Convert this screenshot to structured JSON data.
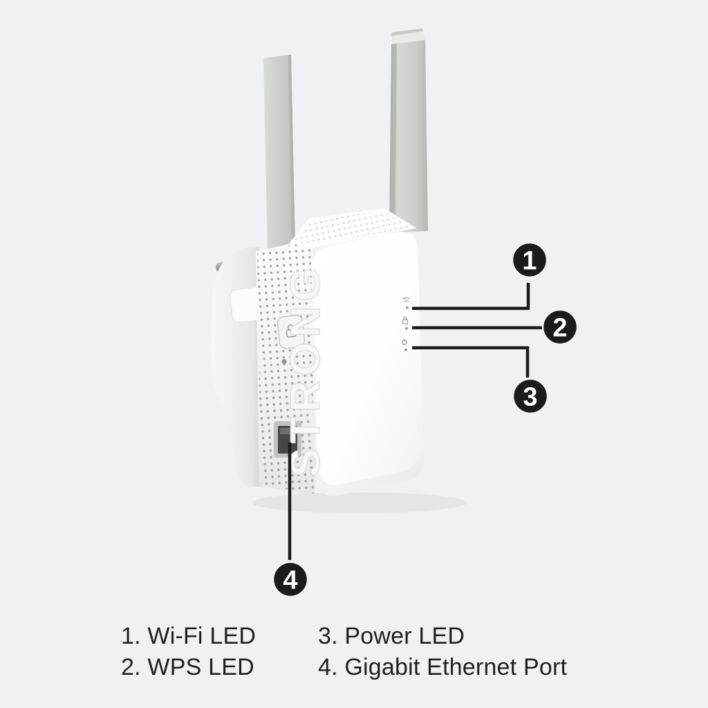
{
  "device": {
    "brand_logo": "STRONG",
    "type": "wifi-range-extender-product-diagram"
  },
  "callouts": [
    {
      "number": "1",
      "label": "Wi-Fi LED"
    },
    {
      "number": "2",
      "label": "WPS LED"
    },
    {
      "number": "3",
      "label": "Power LED"
    },
    {
      "number": "4",
      "label": "Gigabit Ethernet Port"
    }
  ],
  "legend": {
    "columns": [
      {
        "items": [
          {
            "text": "1. Wi-Fi LED"
          },
          {
            "text": "2. WPS LED"
          }
        ]
      },
      {
        "items": [
          {
            "text": "3. Power LED"
          },
          {
            "text": "4. Gigabit Ethernet Port"
          }
        ]
      }
    ]
  },
  "icons": {
    "wifi_led": "wifi-icon",
    "wps_led": "wps-lock-icon",
    "power_led": "power-icon",
    "wps_button": "lock-icon"
  },
  "colors": {
    "callout_bg": "#1b1b1b",
    "callout_text": "#ffffff",
    "callout_line": "#1c1c1c",
    "legend_text": "#1f1f1f",
    "device_body": "#ffffff",
    "antenna_gray": "#cccccb",
    "background": "#eff1f3"
  }
}
